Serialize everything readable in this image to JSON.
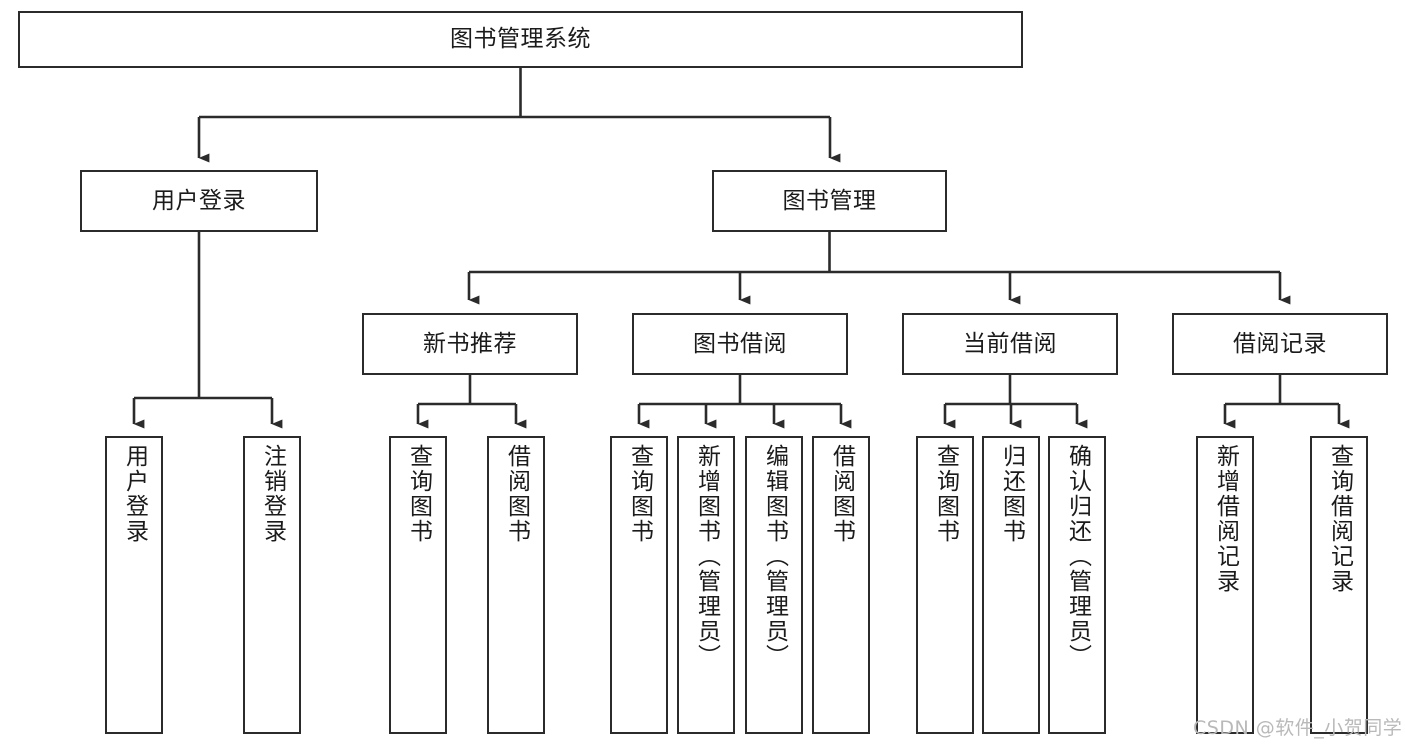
{
  "diagram": {
    "type": "tree",
    "title": "图书管理系统",
    "root": {
      "label": "图书管理系统"
    },
    "level1": [
      {
        "label": "用户登录"
      },
      {
        "label": "图书管理"
      }
    ],
    "level2": [
      {
        "label": "新书推荐"
      },
      {
        "label": "图书借阅"
      },
      {
        "label": "当前借阅"
      },
      {
        "label": "借阅记录"
      }
    ],
    "leaves": {
      "user_login": [
        {
          "label": "用户登录"
        },
        {
          "label": "注销登录"
        }
      ],
      "new_book_recommend": [
        {
          "label": "查询图书"
        },
        {
          "label": "借阅图书"
        }
      ],
      "book_borrow": [
        {
          "label": "查询图书"
        },
        {
          "label": "新增图书（管理员）"
        },
        {
          "label": "编辑图书（管理员）"
        },
        {
          "label": "借阅图书"
        }
      ],
      "current_borrow": [
        {
          "label": "查询图书"
        },
        {
          "label": "归还图书"
        },
        {
          "label": "确认归还（管理员）"
        }
      ],
      "borrow_record": [
        {
          "label": "新增借阅记录"
        },
        {
          "label": "查询借阅记录"
        }
      ]
    }
  },
  "watermark": {
    "text": "CSDN @软件_小贺同学"
  },
  "colors": {
    "border": "#2b2b2b",
    "background": "#ffffff",
    "text": "#1b1b1b",
    "watermark": "#b9b9b9"
  }
}
